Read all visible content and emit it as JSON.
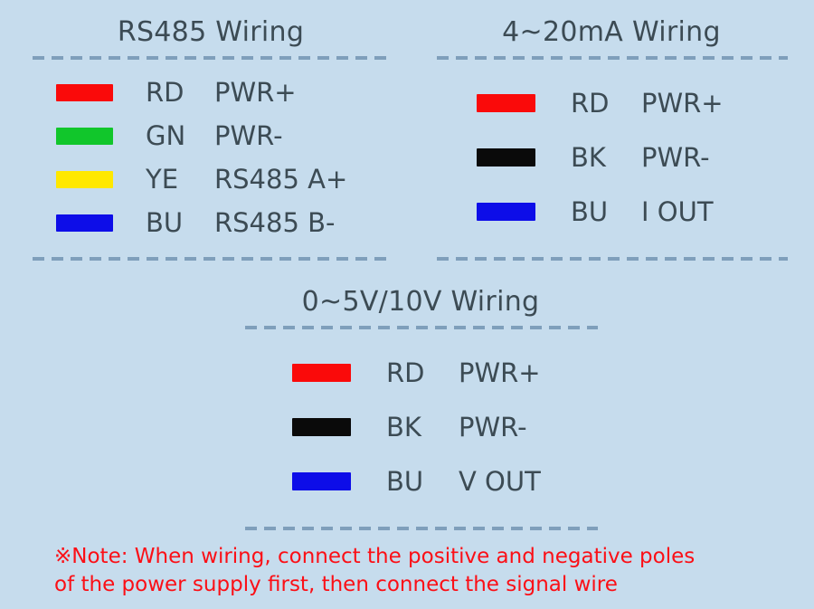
{
  "background_color": "#c6dced",
  "title_color": "#3c4b54",
  "rule_color": "#7f9fbb",
  "panels": [
    {
      "id": "rs485",
      "title": "RS485 Wiring",
      "rows": [
        {
          "color": "#fa0a0a",
          "color_name": "red-swatch",
          "code": "RD",
          "function": "PWR+"
        },
        {
          "color": "#11c62b",
          "color_name": "green-swatch",
          "code": "GN",
          "function": "PWR-"
        },
        {
          "color": "#ffe800",
          "color_name": "yellow-swatch",
          "code": "YE",
          "function": "RS485 A+"
        },
        {
          "color": "#0d0de8",
          "color_name": "blue-swatch",
          "code": "BU",
          "function": "RS485 B-"
        }
      ]
    },
    {
      "id": "current",
      "title": "4~20mA Wiring",
      "rows": [
        {
          "color": "#fa0a0a",
          "color_name": "red-swatch",
          "code": "RD",
          "function": "PWR+"
        },
        {
          "color": "#0a0a0a",
          "color_name": "black-swatch",
          "code": "BK",
          "function": "PWR-"
        },
        {
          "color": "#0d0de8",
          "color_name": "blue-swatch",
          "code": "BU",
          "function": "I OUT"
        }
      ]
    },
    {
      "id": "voltage",
      "title": "0~5V/10V Wiring",
      "rows": [
        {
          "color": "#fa0a0a",
          "color_name": "red-swatch",
          "code": "RD",
          "function": "PWR+"
        },
        {
          "color": "#0a0a0a",
          "color_name": "black-swatch",
          "code": "BK",
          "function": "PWR-"
        },
        {
          "color": "#0d0de8",
          "color_name": "blue-swatch",
          "code": "BU",
          "function": "V OUT"
        }
      ]
    }
  ],
  "note": {
    "color": "#fb0f16",
    "line1": "※Note: When wiring, connect the positive and negative poles",
    "line2": "of the power supply first, then connect the signal wire"
  }
}
